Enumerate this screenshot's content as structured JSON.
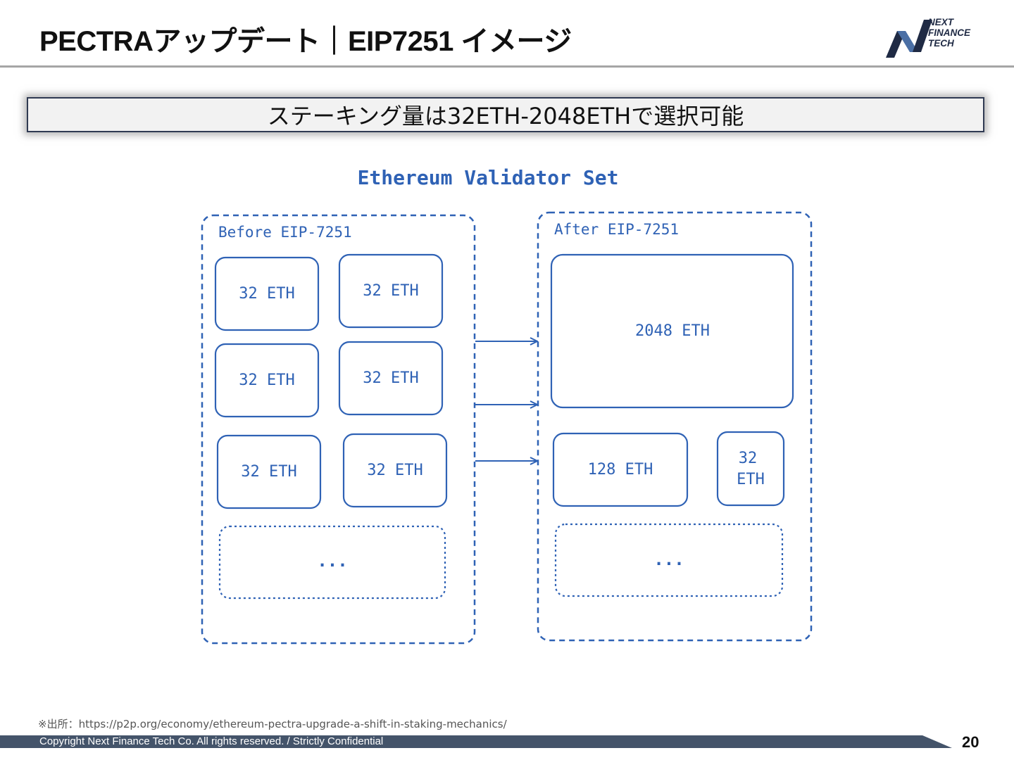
{
  "header": {
    "title": "PECTRAアップデート｜EIP7251 イメージ",
    "logo": {
      "line1": "NEXT",
      "line2": "FINANCE",
      "line3": "TECH",
      "icon": "n-logo-icon"
    }
  },
  "banner": {
    "text": "ステーキング量は32ETH-2048ETHで選択可能"
  },
  "diagram": {
    "title": "Ethereum Validator Set",
    "before": {
      "label": "Before EIP-7251",
      "boxes": [
        "32 ETH",
        "32 ETH",
        "32 ETH",
        "32 ETH",
        "32 ETH",
        "32 ETH"
      ],
      "ellipsis": "..."
    },
    "after": {
      "label": "After EIP-7251",
      "big_box": "2048 ETH",
      "medium_box": "128 ETH",
      "small_box_line1": "32",
      "small_box_line2": "ETH",
      "ellipsis": "..."
    },
    "color": "#2f62b5"
  },
  "footer": {
    "source": "※出所：https://p2p.org/economy/ethereum-pectra-upgrade-a-shift-in-staking-mechanics/",
    "copyright": "Copyright Next Finance Tech Co. All rights reserved. / Strictly Confidential",
    "page_number": "20"
  }
}
